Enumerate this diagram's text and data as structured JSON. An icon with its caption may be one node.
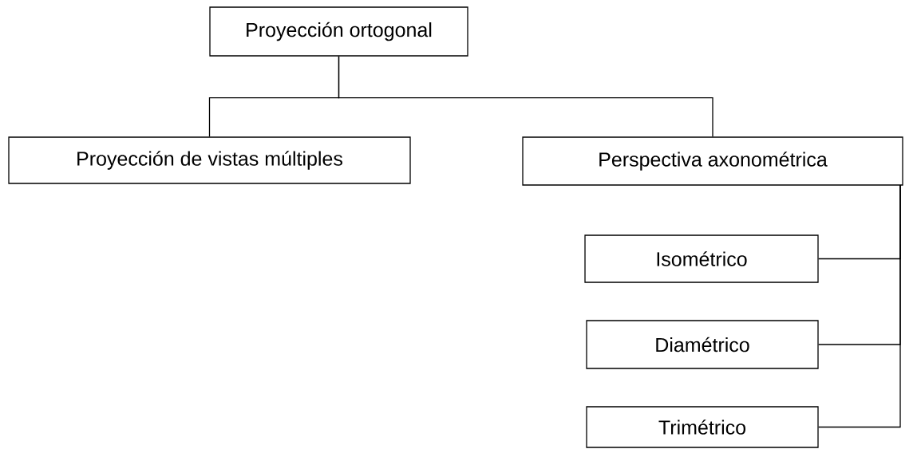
{
  "diagram": {
    "nodes": [
      {
        "text": [
          "Proyección ortogonal"
        ]
      },
      {
        "text": [
          "Proyección de vistas múltiples"
        ]
      },
      {
        "text": [
          "Perspectiva axonométrica"
        ]
      },
      {
        "text": [
          "Isométrico"
        ]
      },
      {
        "text": [
          "Diamétrico"
        ]
      },
      {
        "text": [
          "Trimétrico"
        ]
      }
    ],
    "edges": [
      {
        "from": 0,
        "to": 1,
        "arrow": "none"
      },
      {
        "from": 0,
        "to": 2,
        "arrow": "none"
      },
      {
        "from": 2,
        "to": 3,
        "arrow": "none"
      },
      {
        "from": 2,
        "to": 4,
        "arrow": "none"
      },
      {
        "from": 2,
        "to": 5,
        "arrow": "none"
      }
    ]
  }
}
